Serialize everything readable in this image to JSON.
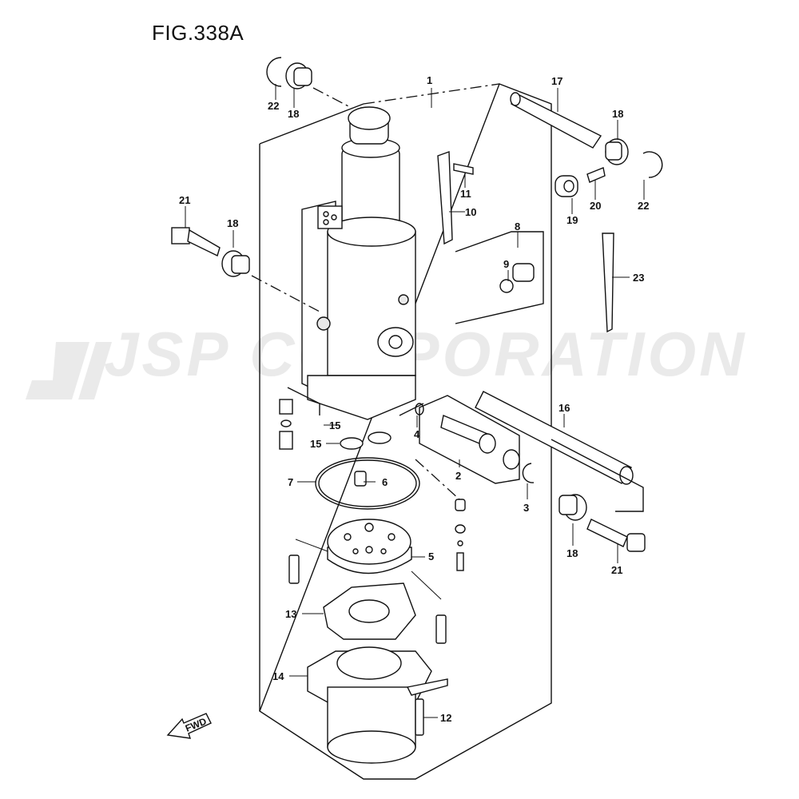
{
  "figure": {
    "title": "FIG.338A"
  },
  "watermark": {
    "text": "JSP CORPORATION"
  },
  "direction": {
    "label": "FWD"
  },
  "callouts": [
    {
      "id": "c1",
      "label": "1"
    },
    {
      "id": "c17",
      "label": "17"
    },
    {
      "id": "c18a",
      "label": "18"
    },
    {
      "id": "c18b",
      "label": "18"
    },
    {
      "id": "c18c",
      "label": "18"
    },
    {
      "id": "c18d",
      "label": "18"
    },
    {
      "id": "c22a",
      "label": "22"
    },
    {
      "id": "c22b",
      "label": "22"
    },
    {
      "id": "c11",
      "label": "11"
    },
    {
      "id": "c10",
      "label": "10"
    },
    {
      "id": "c19",
      "label": "19"
    },
    {
      "id": "c20",
      "label": "20"
    },
    {
      "id": "c21a",
      "label": "21"
    },
    {
      "id": "c21b",
      "label": "21"
    },
    {
      "id": "c8",
      "label": "8"
    },
    {
      "id": "c9",
      "label": "9"
    },
    {
      "id": "c23",
      "label": "23"
    },
    {
      "id": "c15a",
      "label": "15"
    },
    {
      "id": "c15b",
      "label": "15"
    },
    {
      "id": "c4",
      "label": "4"
    },
    {
      "id": "c16",
      "label": "16"
    },
    {
      "id": "c7",
      "label": "7"
    },
    {
      "id": "c6",
      "label": "6"
    },
    {
      "id": "c2",
      "label": "2"
    },
    {
      "id": "c3",
      "label": "3"
    },
    {
      "id": "c5",
      "label": "5"
    },
    {
      "id": "c13",
      "label": "13"
    },
    {
      "id": "c14",
      "label": "14"
    },
    {
      "id": "c12",
      "label": "12"
    }
  ]
}
